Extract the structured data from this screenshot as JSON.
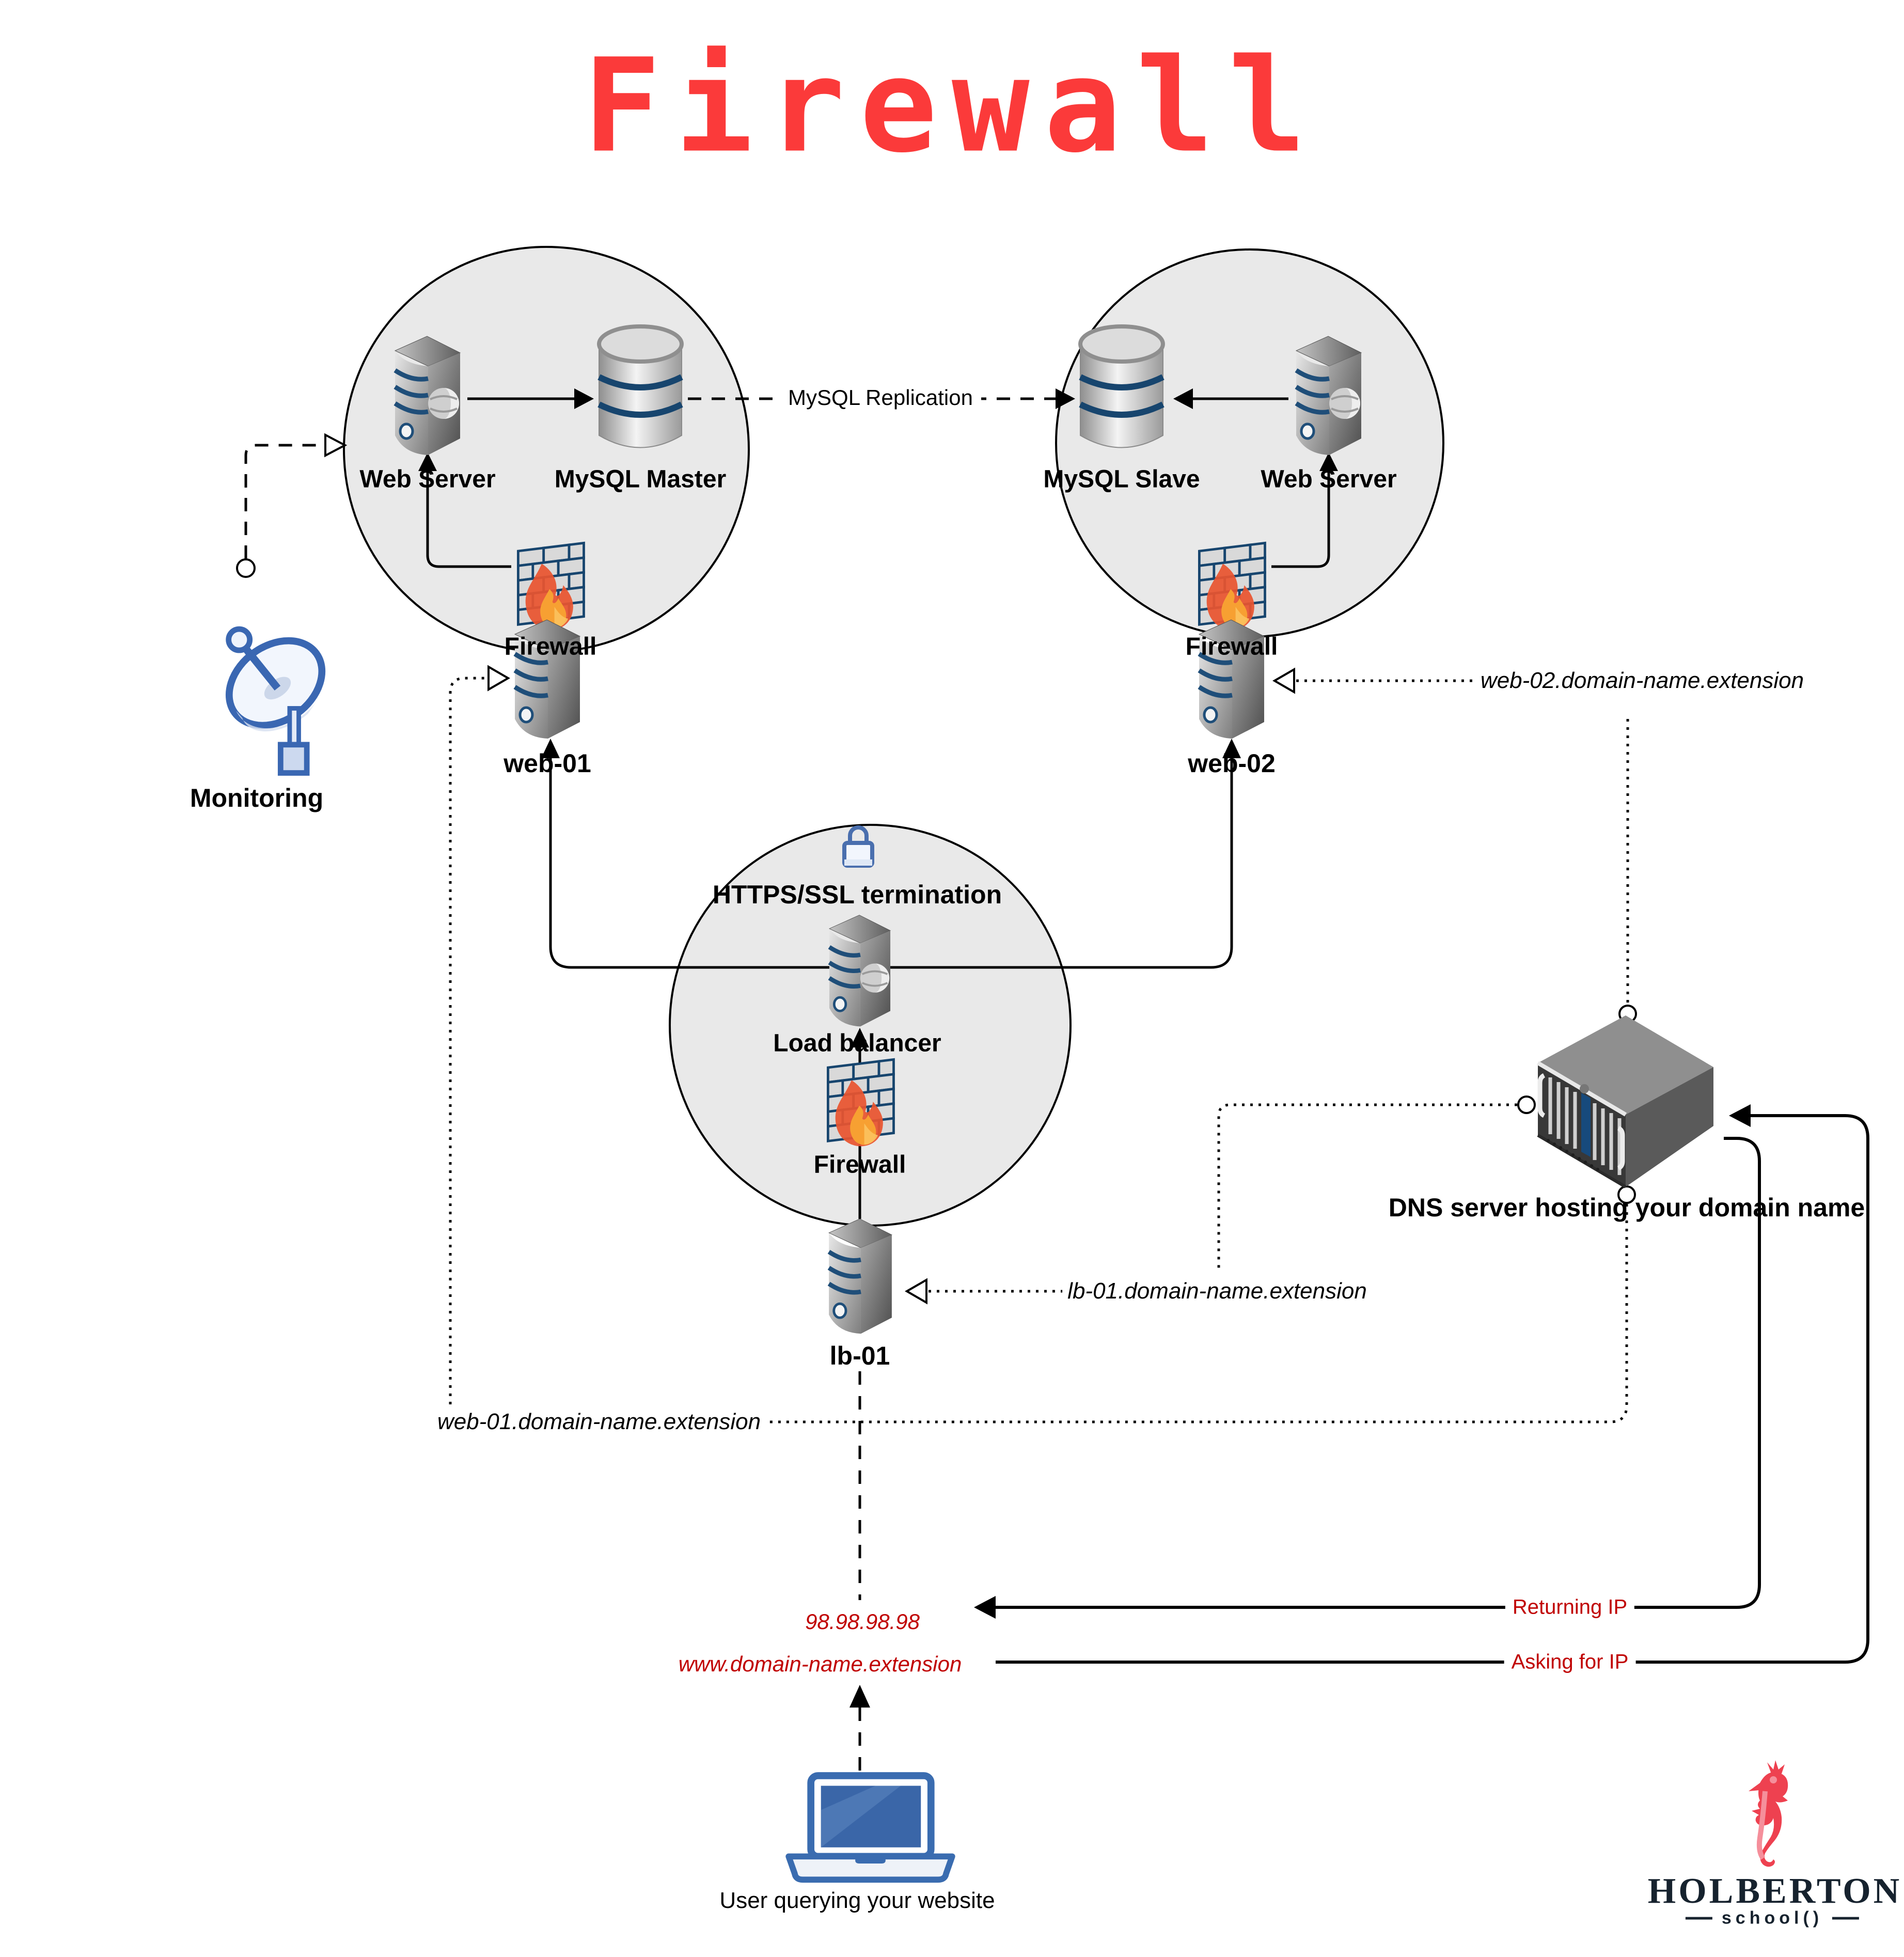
{
  "title": "Firewall",
  "colors": {
    "title_red": "#fb3a3a",
    "label_red": "#c00000",
    "navy": "#1f4e79",
    "circle_fill": "#e9e9e9",
    "line_black": "#000000",
    "logo_navy": "#16222e",
    "logo_red": "#ee4150"
  },
  "clusters": {
    "web1": {
      "server_label": "Web Server",
      "db_label": "MySQL Master",
      "firewall_label": "Firewall"
    },
    "web2": {
      "db_label": "MySQL Slave",
      "server_label": "Web Server",
      "firewall_label": "Firewall"
    },
    "lb": {
      "ssl_label": "HTTPS/SSL termination",
      "server_label": "Load balancer",
      "firewall_label": "Firewall"
    }
  },
  "links": {
    "replication": "MySQL Replication",
    "returning_ip": "Returning IP",
    "asking_ip": "Asking for IP"
  },
  "monitoring": {
    "label": "Monitoring"
  },
  "hosts": {
    "web01": "web-01",
    "web02": "web-02",
    "lb01": "lb-01"
  },
  "dns": {
    "label": "DNS server hosting your domain name",
    "records": {
      "web01": "web-01.domain-name.extension",
      "web02": "web-02.domain-name.extension",
      "lb01": "lb-01.domain-name.extension"
    }
  },
  "user": {
    "ip": "98.98.98.98",
    "url": "www.domain-name.extension",
    "caption": "User querying your website"
  },
  "logo": {
    "name": "HOLBERTON",
    "sub": "school()"
  }
}
